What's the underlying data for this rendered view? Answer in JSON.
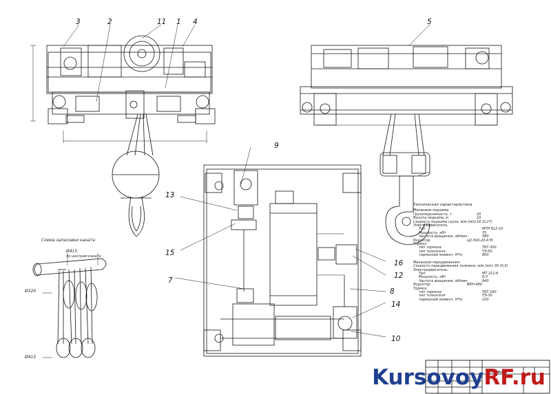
{
  "callouts": {
    "n1": "1",
    "n2": "2",
    "n3": "3",
    "n4": "4",
    "n5": "5",
    "n7": "7",
    "n8": "8",
    "n9": "9",
    "n10": "10",
    "n11": "11",
    "n12": "12",
    "n13": "13",
    "n14": "14",
    "n15": "15",
    "n16": "16"
  },
  "reeving": {
    "title": "Схема запасовки каната",
    "d_drum": "Ø415",
    "drum_note": "по центрам каната",
    "d_block": "Ø320",
    "d_lower": "Ø415"
  },
  "specs": {
    "title": "Техническая характеристика",
    "lift_header": "Механизм подъема",
    "lift": [
      {
        "label": "Грузоподъемность, т",
        "value": "20"
      },
      {
        "label": "Высота подъема, м",
        "value": "10"
      },
      {
        "label": "Скорость подъема груза, м/м (м/с)",
        "value": "16 (0,27)"
      }
    ],
    "lift_motor_header": "Электродвигатель:",
    "lift_motor": [
      {
        "label": "Тип",
        "value": "МТН 612-10"
      },
      {
        "label": "Мощность, кВт",
        "value": "70"
      },
      {
        "label": "Частота вращения, об/мин",
        "value": "580"
      }
    ],
    "lift_reducer": {
      "label": "Редуктор",
      "value": "Ц2-500-20-II М"
    },
    "lift_brake_header": "Тормоз:",
    "lift_brake": [
      {
        "label": "тип тормоза",
        "value": "ТКГ-300"
      },
      {
        "label": "тип толкателя",
        "value": "ТЭ-50"
      },
      {
        "label": "тормозной момент, Н*м",
        "value": "800"
      }
    ],
    "travel_header": "Механизм передвижения",
    "travel_speed": {
      "label": "Скорость передвижения тележки, м/м (м/с)",
      "value": "30 (0,5)"
    },
    "travel_motor_header": "Электродвигатель:",
    "travel_motor": [
      {
        "label": "Тип",
        "value": "МТ 211-6"
      },
      {
        "label": "Мощность, кВт",
        "value": "6,0"
      },
      {
        "label": "Частота вращения, об/мин",
        "value": "940"
      }
    ],
    "travel_reducer": {
      "label": "Редуктор",
      "value": "ВКН-480"
    },
    "travel_brake_header": "Тормоз:",
    "travel_brake": [
      {
        "label": "тип тормоза",
        "value": "ТКГ-160"
      },
      {
        "label": "тип толкателя",
        "value": "ТЭ-30"
      },
      {
        "label": "тормозной момент, Н*м",
        "value": "100"
      }
    ]
  },
  "titleblock": {
    "name": "Тележка"
  },
  "watermark": {
    "main": "Kursovoy",
    "suffix": "RF.ru"
  },
  "colors": {
    "line": "#111111",
    "watermark_blue": "#1f3f8f",
    "watermark_red": "#c21a1a"
  }
}
